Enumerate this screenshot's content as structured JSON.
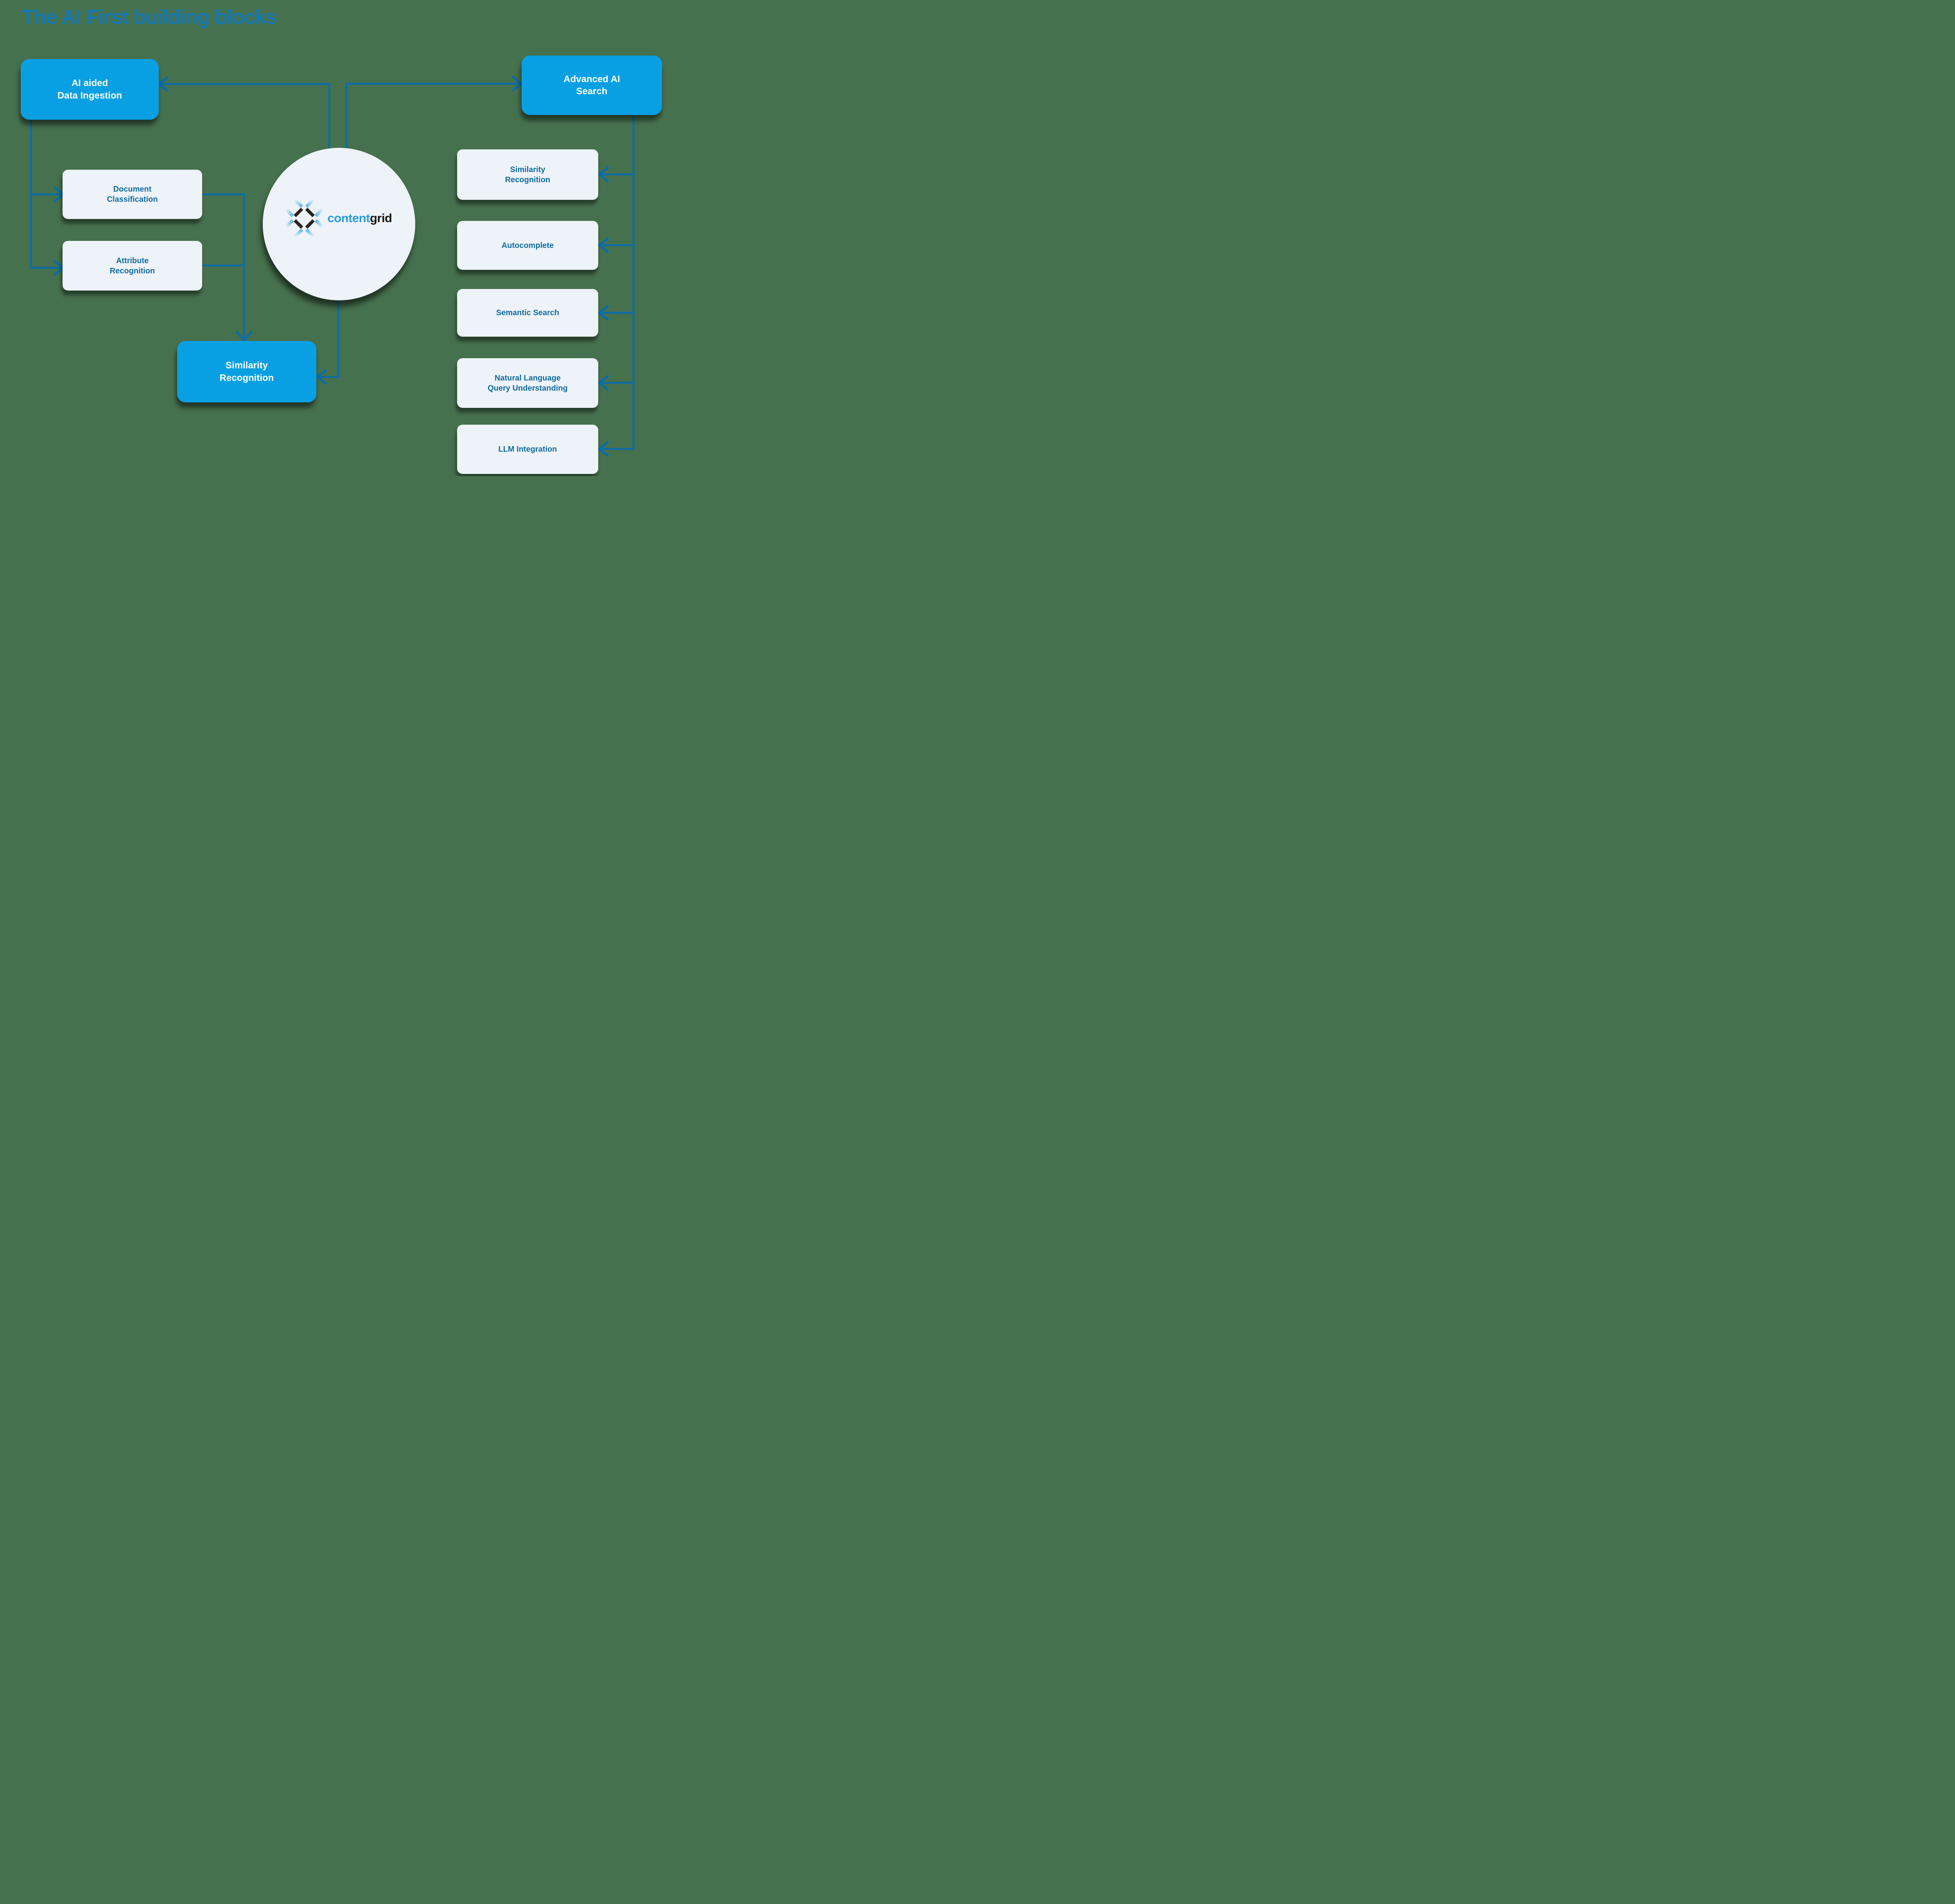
{
  "title": "The AI First building blocks",
  "logo": {
    "brand_blue_part": "content",
    "brand_dark_part": "grid"
  },
  "boxes": {
    "data_ingestion": {
      "line1": "AI aided",
      "line2": "Data Ingestion"
    },
    "advanced_search": {
      "line1": "Advanced AI",
      "line2": "Search"
    },
    "similarity_recognition_main": {
      "line1": "Similarity",
      "line2": "Recognition"
    },
    "ingestion_children": [
      {
        "line1": "Document",
        "line2": "Classification"
      },
      {
        "line1": "Attribute",
        "line2": "Recognition"
      }
    ],
    "search_children": [
      {
        "line1": "Similarity",
        "line2": "Recognition"
      },
      {
        "line1": "Autocomplete"
      },
      {
        "line1": "Semantic Search"
      },
      {
        "line1": "Natural Language",
        "line2": "Query Understanding"
      },
      {
        "line1": "LLM Integration"
      }
    ]
  },
  "colors": {
    "background_green": "#46714E",
    "accent_blue": "#09A0E3",
    "connector_blue": "#0C6DA4",
    "light_box_fill": "#EDF3F8",
    "title_blue": "#1478B2",
    "box_text_blue": "#116B9F",
    "logo_blue": "#2B9CE2",
    "logo_dark": "#191512"
  }
}
